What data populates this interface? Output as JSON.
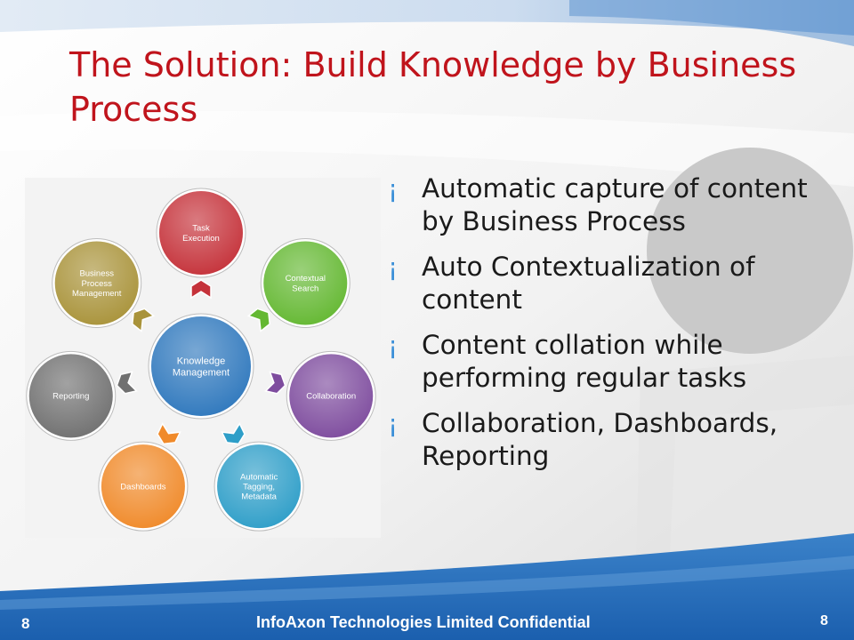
{
  "slide": {
    "title": "The Solution: Build Knowledge by Business Process",
    "bullets": [
      "Automatic capture of content by Business Process",
      "Auto Contextualization of content",
      "Content collation while performing regular tasks",
      "Collaboration, Dashboards, Reporting"
    ],
    "bullet_marker": "¡",
    "footer": {
      "left_page": "8",
      "confidential": "InfoAxon Technologies Limited Confidential",
      "right_page": "8"
    }
  },
  "diagram": {
    "center": {
      "lines": [
        "Knowledge",
        "Management"
      ],
      "color": "#2f78bd"
    },
    "nodes": [
      {
        "lines": [
          "Task",
          "Execution"
        ],
        "color": "#c5323a"
      },
      {
        "lines": [
          "Contextual",
          "Search"
        ],
        "color": "#64b832"
      },
      {
        "lines": [
          "Collaboration"
        ],
        "color": "#7e4c9e"
      },
      {
        "lines": [
          "Automatic",
          "Tagging,",
          "Metadata"
        ],
        "color": "#2e9ec8"
      },
      {
        "lines": [
          "Dashboards"
        ],
        "color": "#f08a2a"
      },
      {
        "lines": [
          "Reporting"
        ],
        "color": "#707070"
      },
      {
        "lines": [
          "Business",
          "Process",
          "Management"
        ],
        "color": "#a9933a"
      }
    ]
  },
  "colors": {
    "title": "#c0141c",
    "bullet_marker": "#3b8fd8",
    "footer_band": "#1f6fc2",
    "gray_circle": "#c9c9c9"
  }
}
